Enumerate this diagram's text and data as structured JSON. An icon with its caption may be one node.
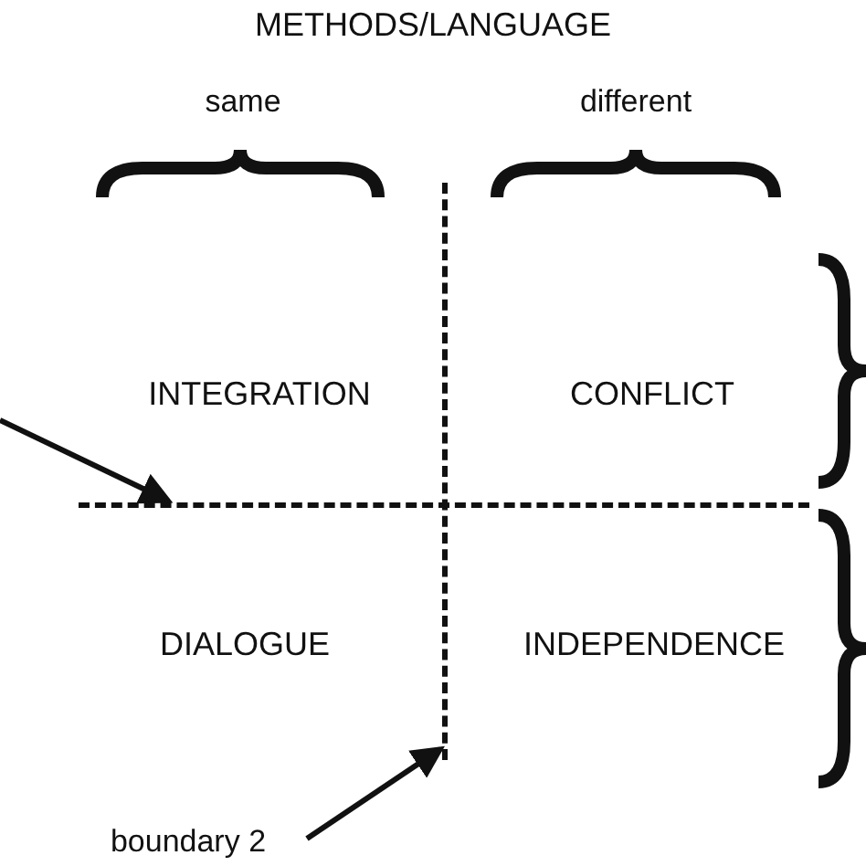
{
  "diagram": {
    "title": "METHODS/LANGUAGE",
    "nodes": [
      {
        "text": [],
        "shape": "line"
      },
      {
        "text": [],
        "shape": "line"
      },
      {
        "text": [
          "boundary 2"
        ]
      }
    ],
    "edges": [
      {
        "from": null,
        "to": 0,
        "arrow": "to"
      },
      {
        "from": 2,
        "to": 1,
        "arrow": "to"
      }
    ],
    "labels": [
      "same",
      "different",
      "INTEGRATION",
      "CONFLICT",
      "DIALOGUE",
      "INDEPENDENCE"
    ]
  }
}
